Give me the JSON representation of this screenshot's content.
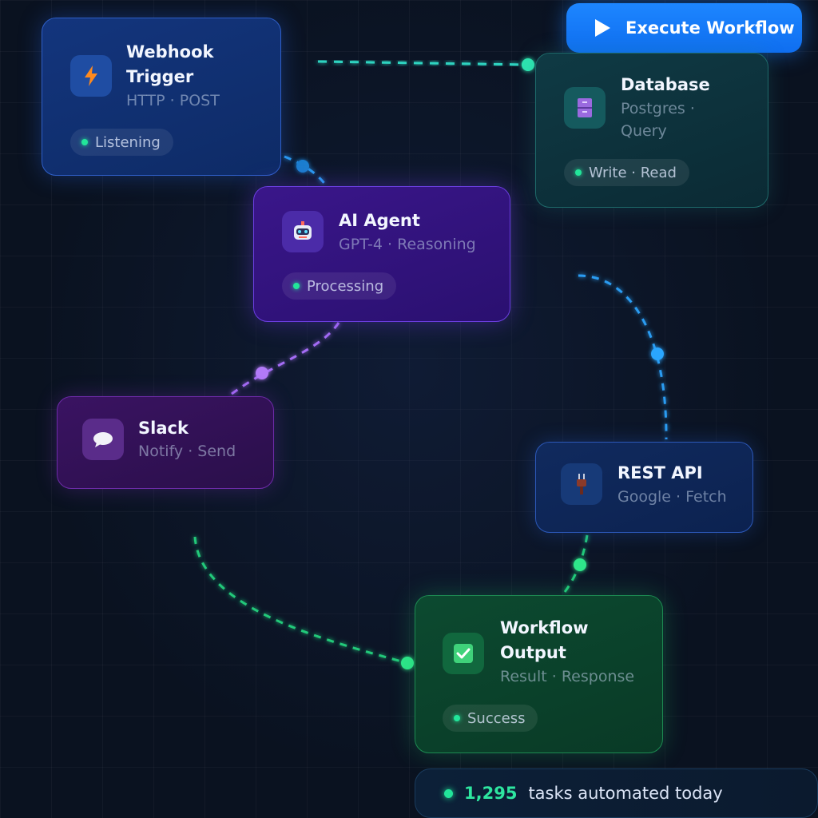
{
  "toolbar": {
    "execute_label": "Execute Workflow"
  },
  "nodes": {
    "webhook": {
      "icon": "lightning-bolt-icon",
      "title_line1": "Webhook",
      "title_line2": "Trigger",
      "subtitle": "HTTP · POST",
      "status": "Listening"
    },
    "database": {
      "icon": "database-cabinet-icon",
      "title": "Database",
      "subtitle_line1": "Postgres ·",
      "subtitle_line2": "Query",
      "status": "Write · Read"
    },
    "agent": {
      "icon": "robot-icon",
      "title": "AI Agent",
      "subtitle": "GPT-4 · Reasoning",
      "status": "Processing"
    },
    "slack": {
      "icon": "speech-bubble-icon",
      "title": "Slack",
      "subtitle": "Notify · Send"
    },
    "rest": {
      "icon": "plug-icon",
      "title": "REST API",
      "subtitle": "Google · Fetch"
    },
    "output": {
      "icon": "checkmark-icon",
      "title_line1": "Workflow",
      "title_line2": "Output",
      "subtitle": "Result · Response",
      "status": "Success"
    }
  },
  "stats": {
    "count": "1,295",
    "text": "tasks automated today"
  },
  "colors": {
    "accent_blue": "#1d86ff",
    "success_green": "#22e59a",
    "link_cyan": "#2ed3c0",
    "link_purple": "#a46cf5",
    "link_blue": "#2a9cf2",
    "link_green": "#22c97a"
  }
}
